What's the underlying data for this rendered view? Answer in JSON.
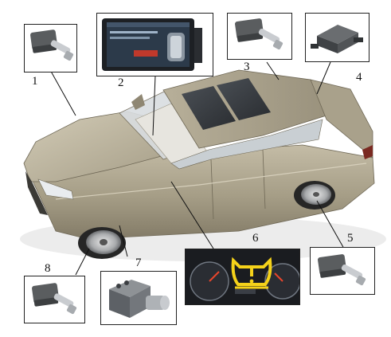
{
  "callouts": {
    "n1": "1",
    "n2": "2",
    "n3": "3",
    "n4": "4",
    "n5": "5",
    "n6": "6",
    "n7": "7",
    "n8": "8"
  },
  "components": {
    "c1": "tyre-pressure-sensor",
    "c2": "central-information-display",
    "c3": "tyre-pressure-sensor",
    "c4": "rdc-control-unit",
    "c5": "tyre-pressure-sensor",
    "c6": "instrument-cluster-tpms-warning",
    "c7": "dsc-hydraulic-unit",
    "c8": "tyre-pressure-sensor"
  },
  "colors": {
    "car_body": "#a59d86",
    "car_shadow": "#7d7562",
    "warning_lamp": "#f5d21a",
    "display_alert": "#c0392b",
    "cluster_bg": "#1a1c20",
    "sensor_grey": "#5a5d5f",
    "valve_silver": "#c9ccd0"
  }
}
